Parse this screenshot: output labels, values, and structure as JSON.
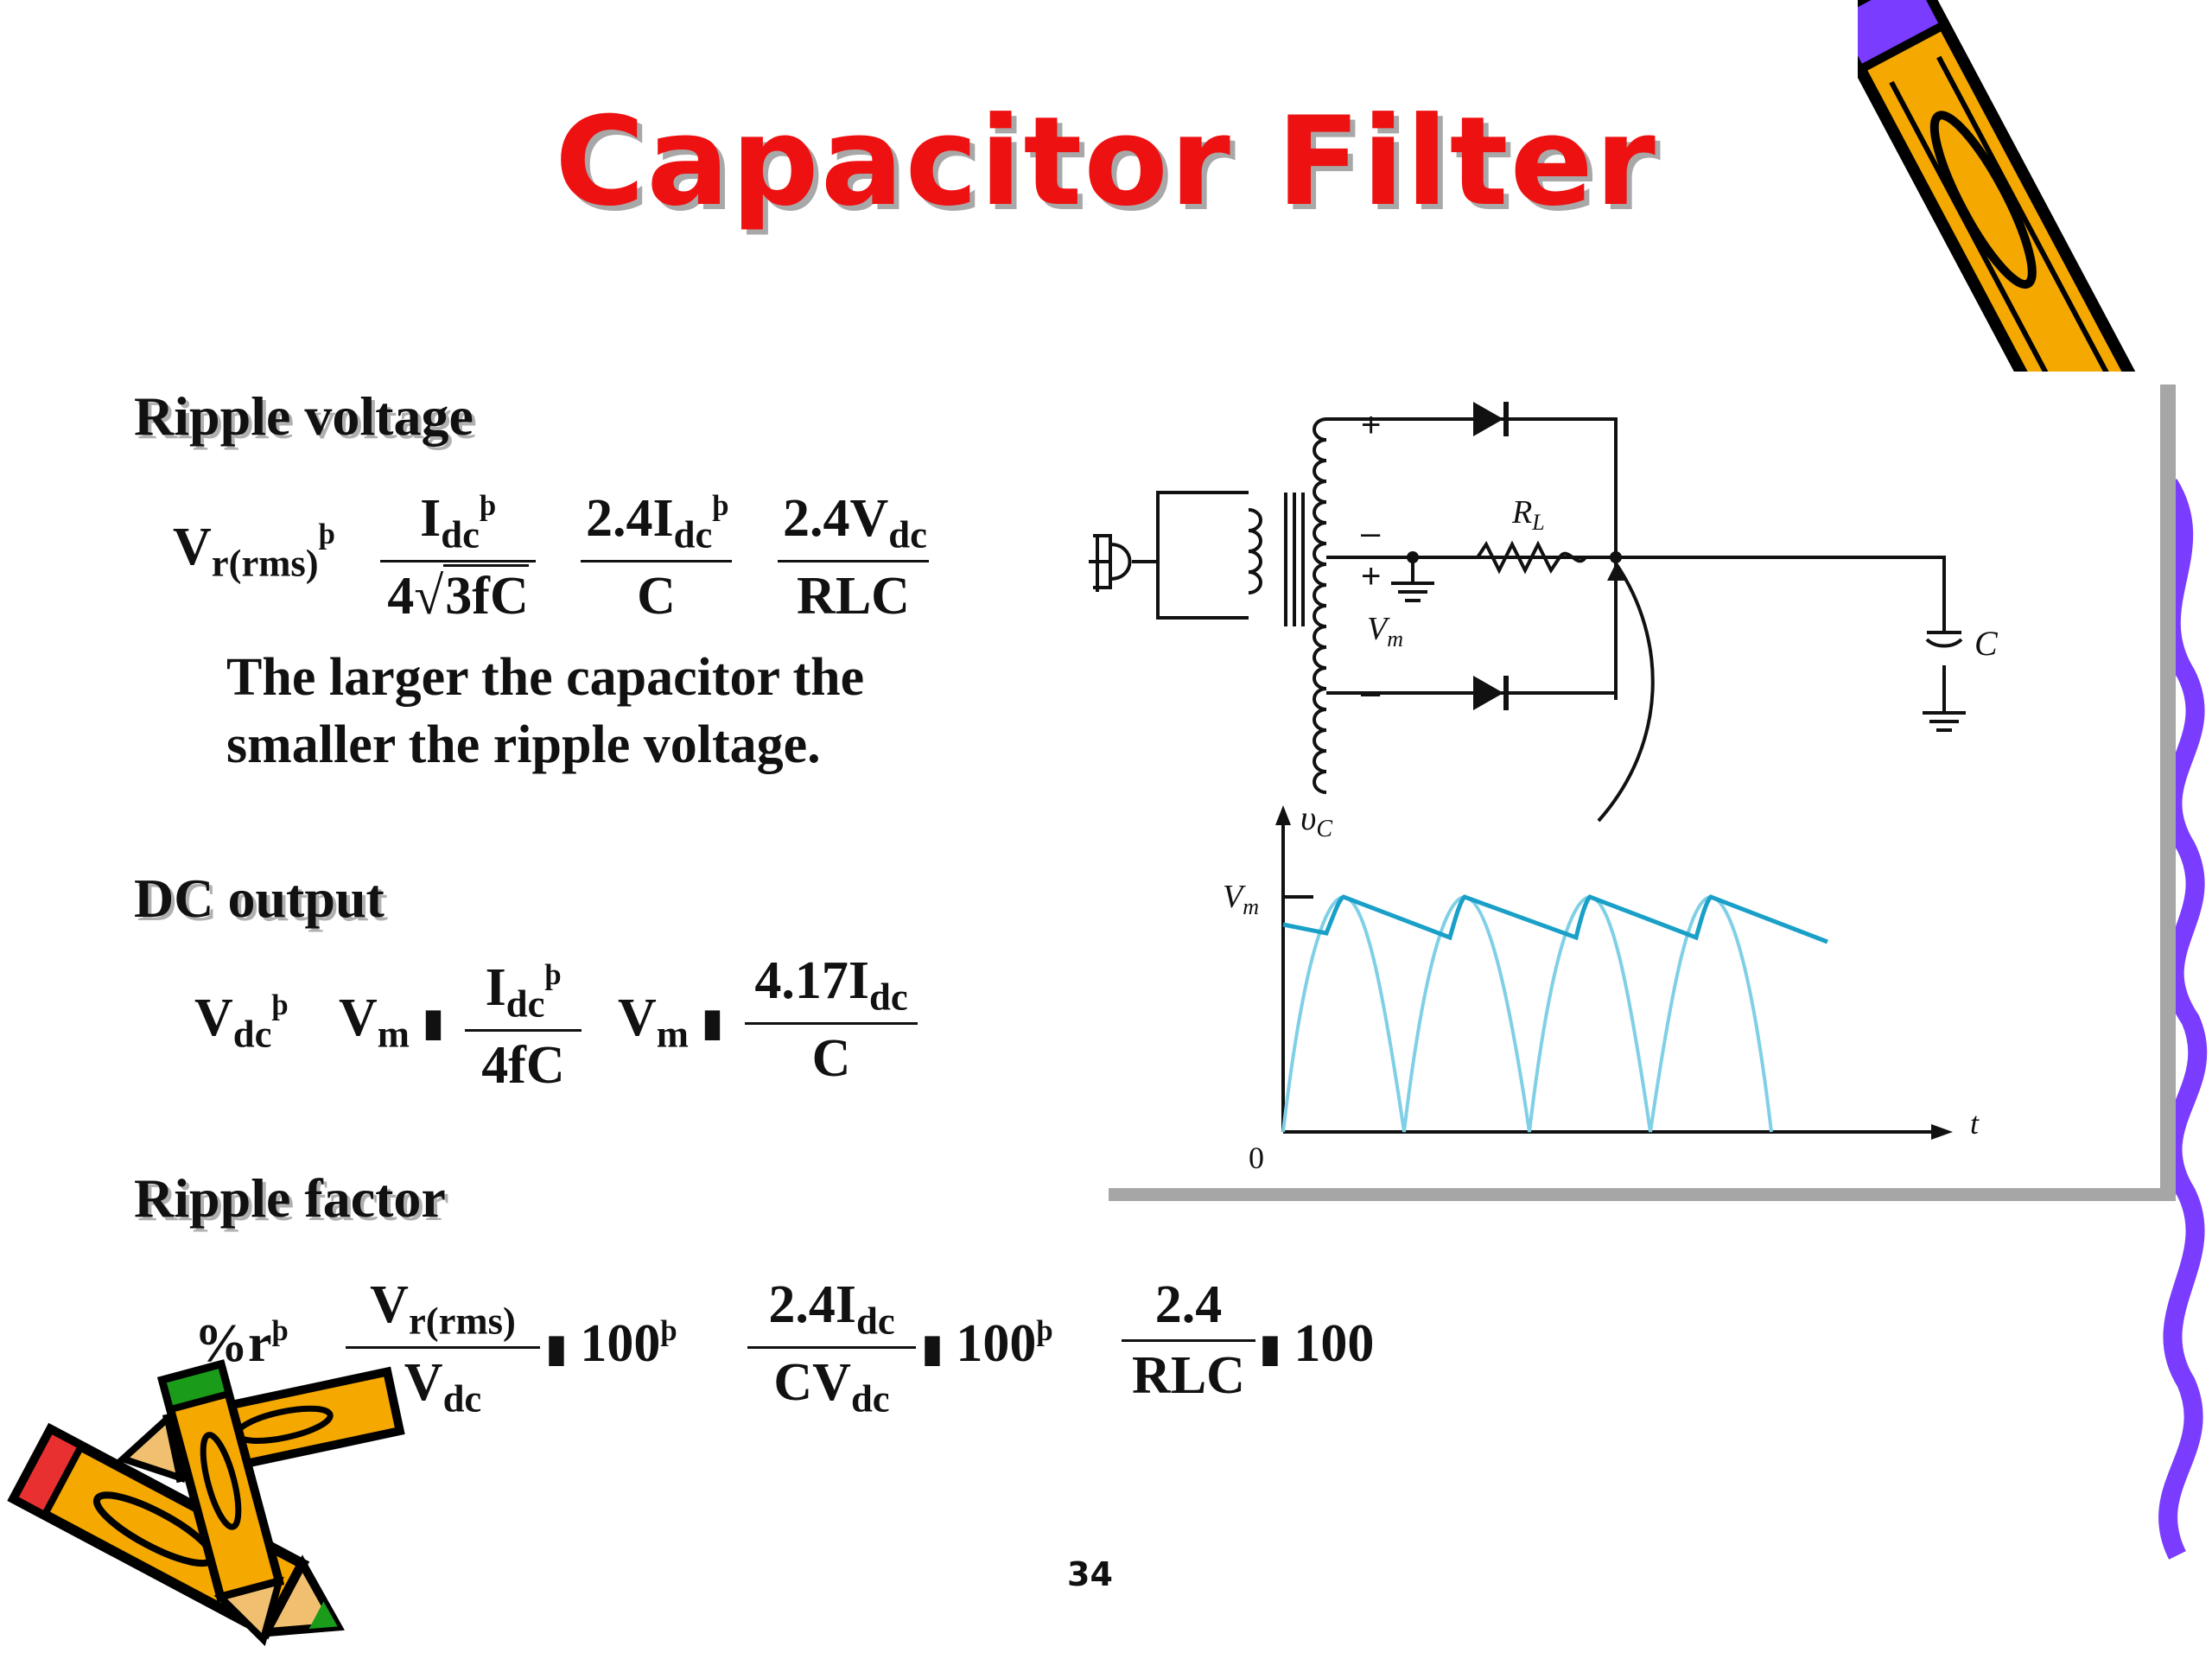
{
  "title": "Capacitor Filter",
  "sections": {
    "ripple_voltage": {
      "heading": "Ripple voltage",
      "lhs": "V",
      "lhs_sub": "r(rms)",
      "term1_num_base": "I",
      "term1_num_sub": "dc",
      "term1_den_a": "4",
      "term1_den_sqrt": "3fC",
      "term2_num_base": "2.4I",
      "term2_num_sub": "dc",
      "term2_den": "C",
      "term3_num_base": "2.4V",
      "term3_num_sub": "dc",
      "term3_den": "RLC",
      "eq_glyph": "þ",
      "note_line1": "The larger the capacitor the",
      "note_line2": "smaller the ripple voltage."
    },
    "dc_output": {
      "heading": "DC output",
      "lhs": "V",
      "lhs_sub": "dc",
      "vm": "V",
      "vm_sub": "m",
      "minus_glyph": "▮",
      "term1_num_base": "I",
      "term1_num_sub": "dc",
      "term1_den": "4fC",
      "term2_num_base": "4.17I",
      "term2_num_sub": "dc",
      "term2_den": "C",
      "eq_glyph": "þ"
    },
    "ripple_factor": {
      "heading": "Ripple factor",
      "lhs": "%r",
      "eq_glyph": "þ",
      "times_glyph": "▮",
      "t1_num_base": "V",
      "t1_num_sub": "r(rms)",
      "t1_den_base": "V",
      "t1_den_sub": "dc",
      "hundred": "100",
      "t2_num_base": "2.4I",
      "t2_num_sub": "dc",
      "t2_den_base": "CV",
      "t2_den_sub": "dc",
      "t3_num": "2.4",
      "t3_den": "RLC"
    }
  },
  "figure": {
    "label_rl": "R",
    "label_rl_sub": "L",
    "label_c": "C",
    "label_vm": "V",
    "label_vm_sub": "m",
    "label_plus": "+",
    "label_minus": "–",
    "label_vc": "υ",
    "label_vc_sub": "C",
    "label_zero": "0",
    "label_t": "t"
  },
  "page_number": "34",
  "colors": {
    "title": "#ee1111",
    "waveform": "#1aa0c8",
    "waveform_light": "#7fd0e6",
    "pencil_purple": "#7a3cff",
    "pencil_orange": "#f5a800",
    "panel_shadow": "#a6a6a6"
  }
}
